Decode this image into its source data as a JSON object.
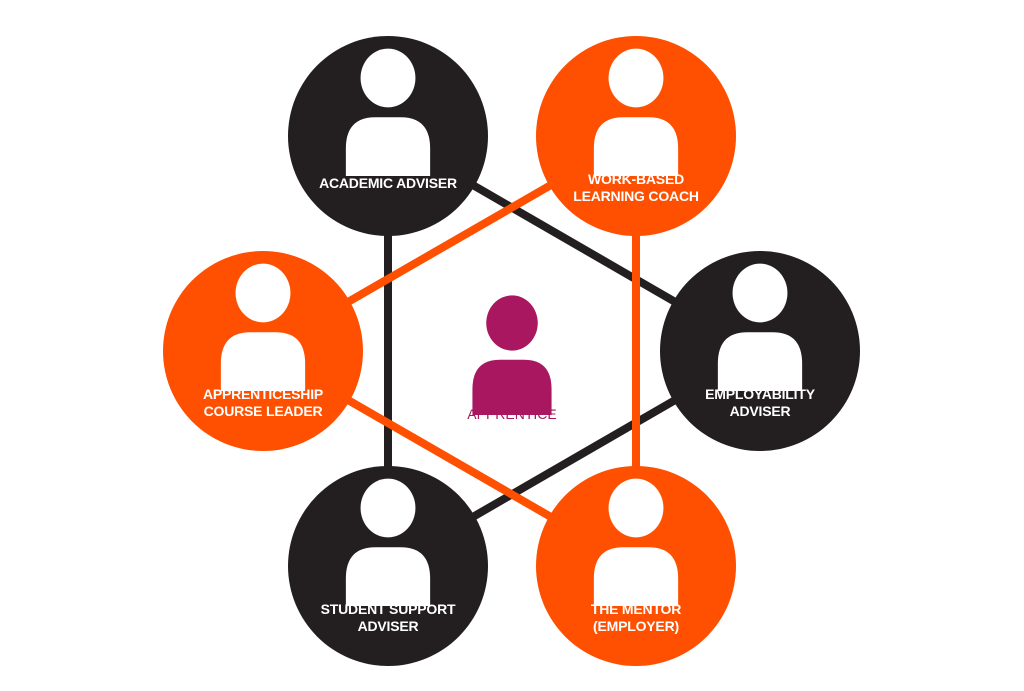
{
  "colors": {
    "dark": "#231f20",
    "orange": "#fe5000",
    "center": "#a8175f",
    "person_fill": "#ffffff",
    "background": "#ffffff"
  },
  "center": {
    "label": "APPRENTICE",
    "icon": "person-icon"
  },
  "nodes": [
    {
      "id": "academic-adviser",
      "lines": [
        "ACADEMIC ADVISER"
      ],
      "color": "dark",
      "icon": "person-icon"
    },
    {
      "id": "work-based-learning-coach",
      "lines": [
        "WORK-BASED",
        "LEARNING COACH"
      ],
      "color": "orange",
      "icon": "person-icon"
    },
    {
      "id": "employability-adviser",
      "lines": [
        "EMPLOYABILITY",
        "ADVISER"
      ],
      "color": "dark",
      "icon": "person-icon"
    },
    {
      "id": "the-mentor-employer",
      "lines": [
        "THE MENTOR",
        "(EMPLOYER)"
      ],
      "color": "orange",
      "icon": "person-icon"
    },
    {
      "id": "student-support-adviser",
      "lines": [
        "STUDENT SUPPORT",
        "ADVISER"
      ],
      "color": "dark",
      "icon": "person-icon"
    },
    {
      "id": "apprenticeship-course-leader",
      "lines": [
        "APPRENTICESHIP",
        "COURSE LEADER"
      ],
      "color": "orange",
      "icon": "person-icon"
    }
  ],
  "connections": [
    {
      "from": "academic-adviser",
      "to": "employability-adviser",
      "color": "dark"
    },
    {
      "from": "employability-adviser",
      "to": "student-support-adviser",
      "color": "dark"
    },
    {
      "from": "student-support-adviser",
      "to": "academic-adviser",
      "color": "dark"
    },
    {
      "from": "work-based-learning-coach",
      "to": "the-mentor-employer",
      "color": "orange"
    },
    {
      "from": "the-mentor-employer",
      "to": "apprenticeship-course-leader",
      "color": "orange"
    },
    {
      "from": "apprenticeship-course-leader",
      "to": "work-based-learning-coach",
      "color": "orange"
    }
  ]
}
